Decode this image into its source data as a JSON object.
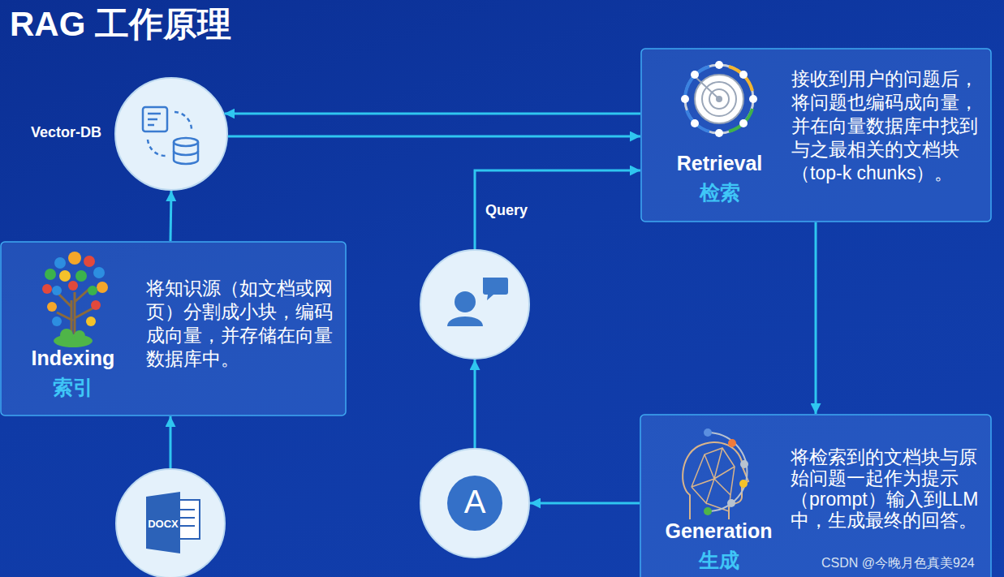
{
  "diagram": {
    "title": "RAG 工作原理",
    "nodes": [
      {
        "text": [
          "Vector-DB"
        ]
      },
      {
        "text": [
          "Retrieval",
          "检索",
          "接收到用户的问题后，将问题也编码成向量，并在向量数据库中找到与之最相关的文档块（top-k chunks）。"
        ]
      },
      {
        "text": [
          "Indexing",
          "索引",
          "将知识源（如文档或网页）分割成小块，编码成向量，并存储在向量数据库中。"
        ]
      },
      {
        "text": []
      },
      {
        "text": [
          "Generation",
          "生成",
          "将检索到的文档块与原始问题一起作为提示（prompt）输入到LLM中，生成最终的回答。"
        ]
      },
      {
        "text": [
          "A"
        ]
      },
      {
        "text": [
          "DOCX"
        ]
      }
    ],
    "edges": [
      {
        "from": 1,
        "to": 0,
        "arrow": "to"
      },
      {
        "from": 0,
        "to": 1,
        "arrow": "to"
      },
      {
        "from": 3,
        "to": 1,
        "label": "Query",
        "arrow": "to"
      },
      {
        "from": 1,
        "to": 4,
        "arrow": "to"
      },
      {
        "from": 4,
        "to": 5,
        "arrow": "to"
      },
      {
        "from": 5,
        "to": 3,
        "arrow": "to"
      },
      {
        "from": 6,
        "to": 2,
        "arrow": "to"
      },
      {
        "from": 2,
        "to": 0,
        "arrow": "to"
      }
    ],
    "labels": [
      "CSDN @今晚月色真美924"
    ]
  }
}
